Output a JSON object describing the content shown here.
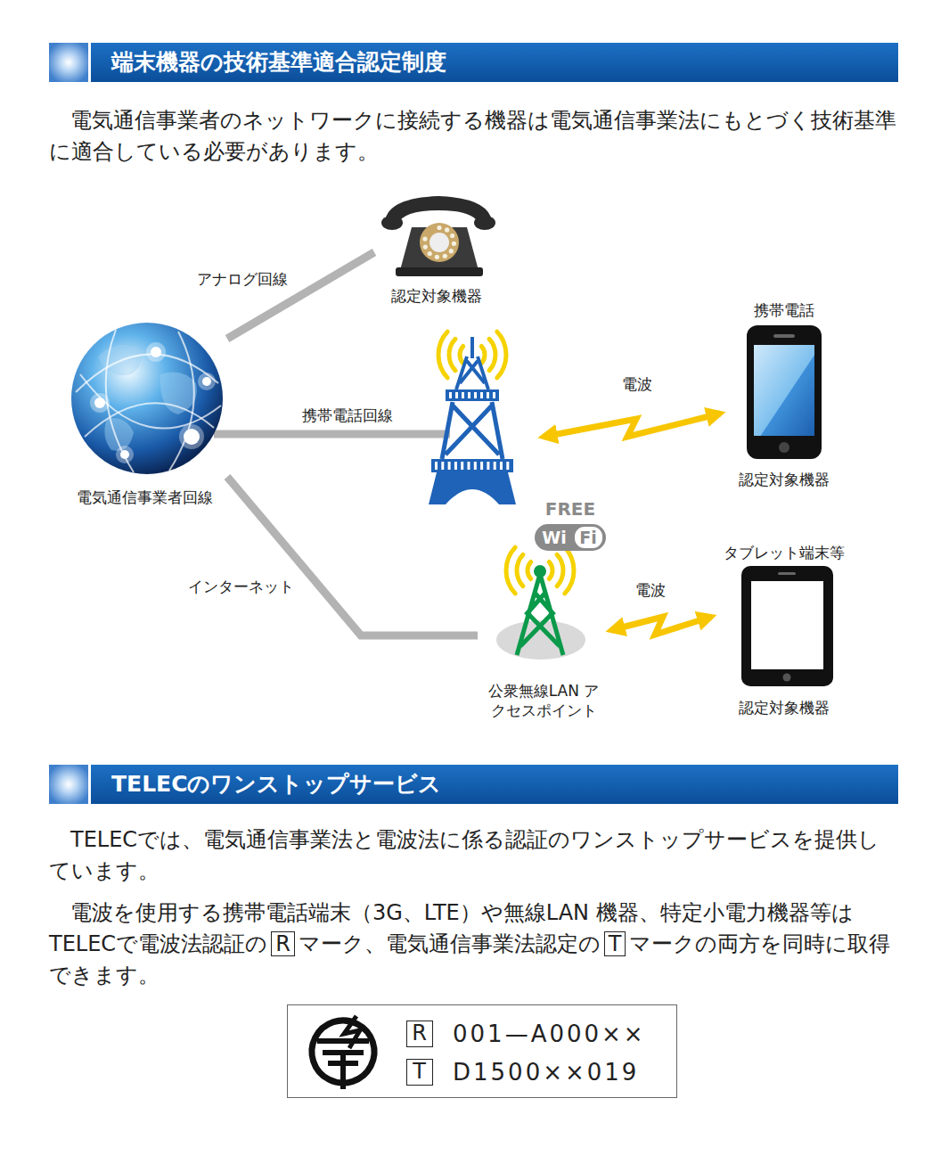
{
  "diagram": {
    "nodes": [
      {
        "text": [
          "端末機器の技術基準適合認定制度"
        ]
      },
      {
        "text": [
          "認定対象機器"
        ]
      },
      {
        "text": [
          "携帯電話",
          "認定対象機器"
        ]
      },
      {
        "text": [
          "電気通信事業者回線"
        ]
      },
      {
        "text": [
          "FREE",
          "Wi",
          "Fi",
          "公衆無線LAN アクセスポイント"
        ]
      },
      {
        "text": [
          "タブレット端末等",
          "認定対象機器"
        ]
      },
      {
        "text": [
          "TELECのワンストップサービス"
        ]
      },
      {
        "text": [
          "001—A000××",
          "D1500××019"
        ]
      },
      {
        "text": [
          "R"
        ],
        "in": 7
      },
      {
        "text": [
          "T"
        ],
        "in": 7
      }
    ],
    "edges": [
      {
        "from": 3,
        "to": 1,
        "arrow": "none",
        "label": "アナログ回線"
      },
      {
        "from": 3,
        "to": 4,
        "arrow": "none",
        "label": "インターネット"
      },
      {
        "from": 4,
        "to": 5,
        "arrow": "both",
        "label": "電波"
      }
    ],
    "labels": [
      "電気通信事業者のネットワークに接続する機器は電気通信事業法にもとづく技術基準に適合している必要があります。",
      "携帯電話回線",
      "電波",
      "TELECでは、電気通信事業法と電波法に係る認証のワンストップサービスを提供しています。",
      "電波を使用する携帯電話端末（3G、LTE）や無線LAN 機器、特定小電力機器等はTELECで電波法認証の",
      "R",
      "マーク、電気通信事業法認定の",
      "T",
      "マークの両方を同時に取得できます。"
    ]
  }
}
